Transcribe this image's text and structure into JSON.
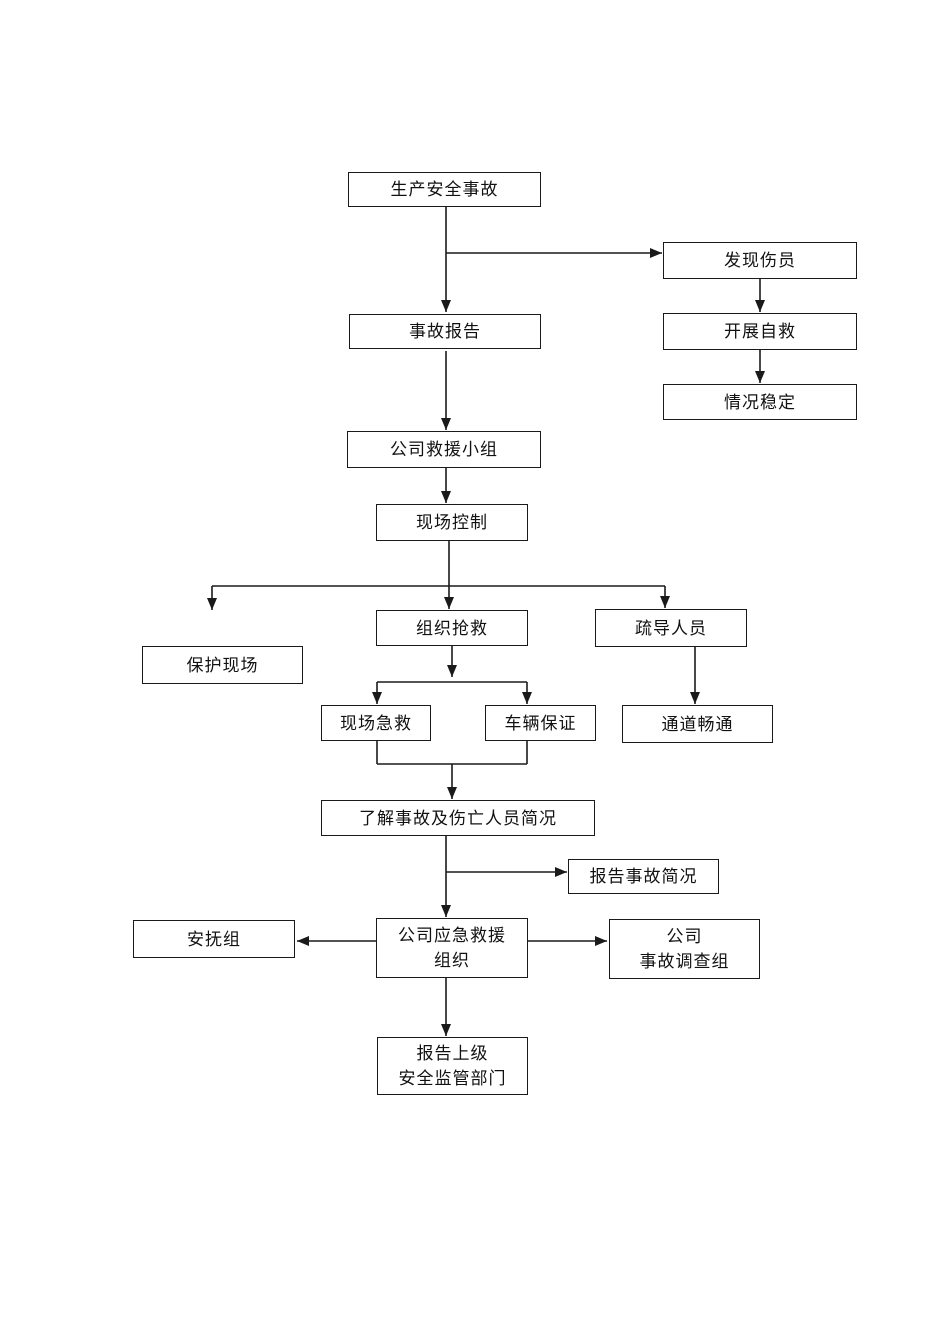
{
  "page": {
    "background_color": "#ffffff",
    "ink_color": "#1a1a1a"
  },
  "diagram": {
    "title": "",
    "nodes": [
      {
        "id": "production-safety-accident",
        "label": "生产安全事故"
      },
      {
        "id": "discover-injured",
        "label": "发现伤员"
      },
      {
        "id": "accident-report",
        "label": "事故报告"
      },
      {
        "id": "carry-out-self-rescue",
        "label": "开展自救"
      },
      {
        "id": "situation-stable",
        "label": "情况稳定"
      },
      {
        "id": "company-rescue-team",
        "label": "公司救援小组"
      },
      {
        "id": "site-control",
        "label": "现场控制"
      },
      {
        "id": "protect-site",
        "label": "保护现场"
      },
      {
        "id": "organize-rescue",
        "label": "组织抢救"
      },
      {
        "id": "guide-people",
        "label": "疏导人员"
      },
      {
        "id": "on-site-first-aid",
        "label": "现场急救"
      },
      {
        "id": "vehicle-guarantee",
        "label": "车辆保证"
      },
      {
        "id": "passage-clear",
        "label": "通道畅通"
      },
      {
        "id": "understand-casualties",
        "label": "了解事故及伤亡人员简况"
      },
      {
        "id": "report-accident-brief",
        "label": "报告事故简况"
      },
      {
        "id": "comfort-group",
        "label": "安抚组"
      },
      {
        "id": "emergency-rescue-org",
        "label": "公司应急救援\n组织"
      },
      {
        "id": "investigation-group",
        "label": "公司\n事故调查组"
      },
      {
        "id": "report-superior-authority",
        "label": "报告上级\n安全监管部门"
      }
    ],
    "edges": [
      {
        "from": "production-safety-accident",
        "to": "accident-report"
      },
      {
        "from": "production-safety-accident",
        "to": "discover-injured"
      },
      {
        "from": "discover-injured",
        "to": "carry-out-self-rescue"
      },
      {
        "from": "carry-out-self-rescue",
        "to": "situation-stable"
      },
      {
        "from": "accident-report",
        "to": "company-rescue-team"
      },
      {
        "from": "company-rescue-team",
        "to": "site-control"
      },
      {
        "from": "site-control",
        "to": "protect-site"
      },
      {
        "from": "site-control",
        "to": "organize-rescue"
      },
      {
        "from": "site-control",
        "to": "guide-people"
      },
      {
        "from": "organize-rescue",
        "to": "on-site-first-aid"
      },
      {
        "from": "organize-rescue",
        "to": "vehicle-guarantee"
      },
      {
        "from": "guide-people",
        "to": "passage-clear"
      },
      {
        "from": "on-site-first-aid",
        "to": "understand-casualties"
      },
      {
        "from": "vehicle-guarantee",
        "to": "understand-casualties"
      },
      {
        "from": "understand-casualties",
        "to": "report-accident-brief"
      },
      {
        "from": "understand-casualties",
        "to": "emergency-rescue-org"
      },
      {
        "from": "emergency-rescue-org",
        "to": "comfort-group"
      },
      {
        "from": "emergency-rescue-org",
        "to": "investigation-group"
      },
      {
        "from": "emergency-rescue-org",
        "to": "report-superior-authority"
      }
    ]
  }
}
